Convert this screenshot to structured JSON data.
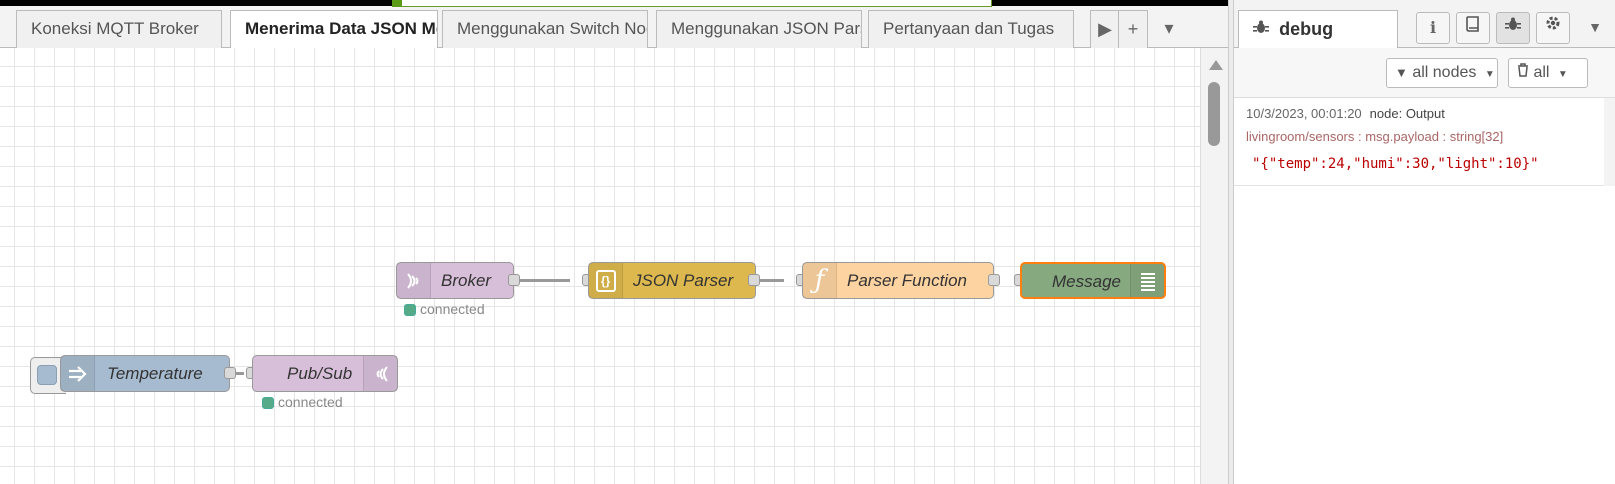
{
  "tabs": [
    {
      "label": "Koneksi MQTT Broker"
    },
    {
      "label": "Menerima Data JSON Melalui MQTT"
    },
    {
      "label": "Menggunakan Switch Node"
    },
    {
      "label": "Menggunakan JSON Parser"
    },
    {
      "label": "Pertanyaan dan Tugas"
    }
  ],
  "tab_controls": {
    "scroll": "▶",
    "add": "+",
    "menu": "▾"
  },
  "nodes": {
    "broker": {
      "label": "Broker",
      "status": "connected",
      "color": "#d7bfd9"
    },
    "json_parser": {
      "label": "JSON Parser",
      "icon": "{}",
      "color": "#dcb84e"
    },
    "parser_function": {
      "label": "Parser Function",
      "icon": "ƒ",
      "color": "#fcd3a1"
    },
    "message": {
      "label": "Message",
      "color": "#87a980"
    },
    "temperature": {
      "label": "Temperature",
      "color": "#a6bbcf"
    },
    "pubsub": {
      "label": "Pub/Sub",
      "status": "connected",
      "color": "#d7bfd9"
    }
  },
  "sidebar": {
    "tab_label": "debug",
    "filter_nodes": "all nodes",
    "filter_clear": "all",
    "message": {
      "timestamp": "10/3/2023, 00:01:20",
      "node": "node: Output",
      "topic": "livingroom/sensors : msg.payload : string[32]",
      "value": "\"{\"temp\":24,\"humi\":30,\"light\":10}\""
    }
  }
}
